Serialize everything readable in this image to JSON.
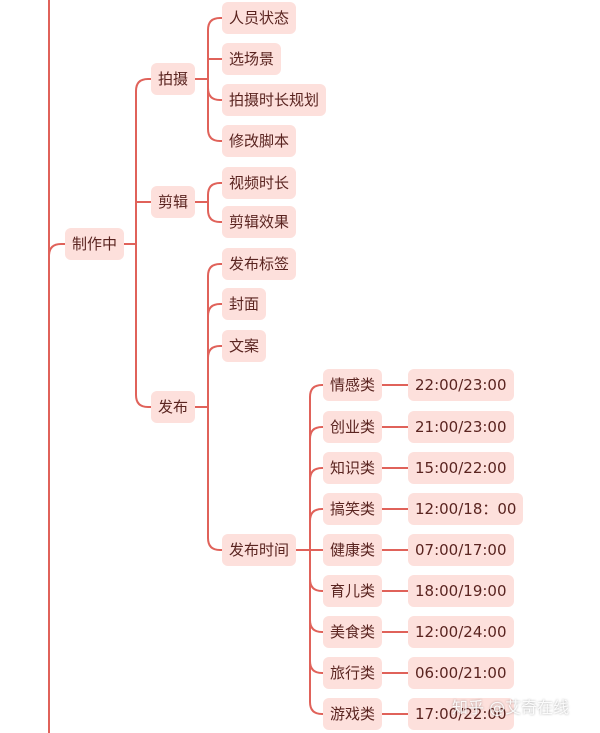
{
  "colors": {
    "line": "#e0625a",
    "node_bg": "#fde0dc",
    "node_text": "#5a2420"
  },
  "mindmap": {
    "root": "制作中",
    "shoot": {
      "label": "拍摄",
      "children": [
        "人员状态",
        "选场景",
        "拍摄时长规划",
        "修改脚本"
      ]
    },
    "edit": {
      "label": "剪辑",
      "children": [
        "视频时长",
        "剪辑效果"
      ]
    },
    "publish": {
      "label": "发布",
      "children": [
        "发布标签",
        "封面",
        "文案"
      ],
      "time": {
        "label": "发布时间",
        "categories": [
          {
            "label": "情感类",
            "time": "22:00/23:00"
          },
          {
            "label": "创业类",
            "time": "21:00/23:00"
          },
          {
            "label": "知识类",
            "time": "15:00/22:00"
          },
          {
            "label": "搞笑类",
            "time": "12:00/18：00"
          },
          {
            "label": "健康类",
            "time": "07:00/17:00"
          },
          {
            "label": "育儿类",
            "time": "18:00/19:00"
          },
          {
            "label": "美食类",
            "time": "12:00/24:00"
          },
          {
            "label": "旅行类",
            "time": "06:00/21:00"
          },
          {
            "label": "游戏类",
            "time": "17:00/22:00"
          }
        ]
      }
    }
  },
  "watermark": "知乎 @艾奇在线"
}
